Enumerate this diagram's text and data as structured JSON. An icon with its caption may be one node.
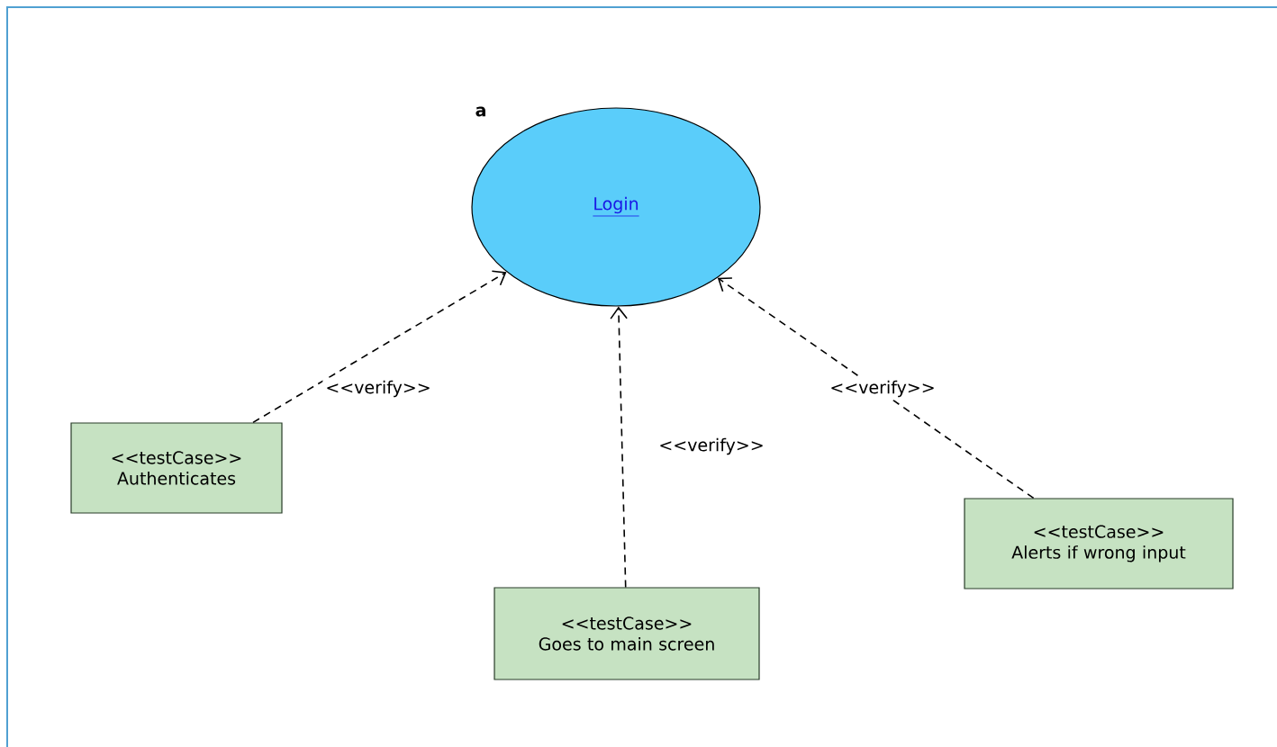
{
  "diagram": {
    "nodes": [
      {
        "text": [
          "Login"
        ],
        "beside": [
          "a"
        ]
      },
      {
        "text": [
          "<<testCase>>",
          "Authenticates"
        ]
      },
      {
        "text": [
          "<<testCase>>",
          "Goes to main screen"
        ]
      },
      {
        "text": [
          "<<testCase>>",
          "Alerts if wrong input"
        ]
      }
    ],
    "edges": [
      {
        "from": 1,
        "to": 0,
        "arrow": "to",
        "label": "<<verify>>",
        "style": "dashed"
      },
      {
        "from": 2,
        "to": 0,
        "arrow": "to",
        "label": "<<verify>>",
        "style": "dashed"
      },
      {
        "from": 3,
        "to": 0,
        "arrow": "to",
        "label": "<<verify>>",
        "style": "dashed"
      }
    ]
  }
}
